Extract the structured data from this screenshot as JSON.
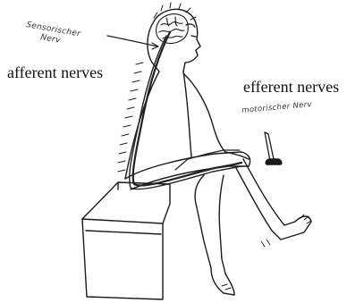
{
  "labels": {
    "afferent": "afferent nerves",
    "efferent": "efferent nerves",
    "sensory_line1": "Sensorischer",
    "sensory_line2": "Nerv",
    "motor": "motorischer Nerv"
  },
  "colors": {
    "ink": "#1a1a1a",
    "nerve": "#222222",
    "background": "#ffffff"
  },
  "icons": {
    "hammer": "reflex-hammer-icon",
    "brain": "brain-icon"
  }
}
